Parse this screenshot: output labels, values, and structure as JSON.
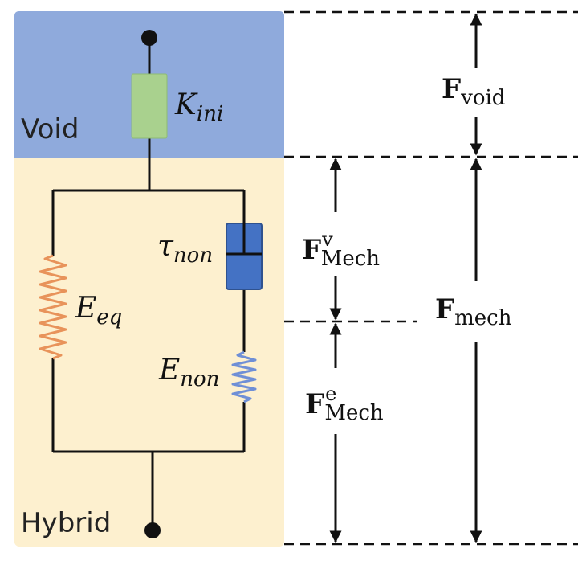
{
  "regions": {
    "void_label": "Void",
    "hybrid_label": "Hybrid"
  },
  "elements": {
    "spring_init": {
      "base": "K",
      "sub": "ini"
    },
    "spring_eq": {
      "base": "E",
      "sub": "eq"
    },
    "dashpot": {
      "base": "τ",
      "sub": "non"
    },
    "spring_non": {
      "base": "E",
      "sub": "non"
    }
  },
  "forces": {
    "void": {
      "base": "F",
      "sub": "void"
    },
    "mech_v": {
      "base": "F",
      "sup": "v",
      "sub": "Mech"
    },
    "mech": {
      "base": "F",
      "sub": "mech"
    },
    "mech_e": {
      "base": "F",
      "sup": "e",
      "sub": "Mech"
    }
  },
  "colors": {
    "void_region": "#8faadc",
    "hybrid_region": "#fdf0cf",
    "spring_init_fill": "#a9d18e",
    "spring_eq": "#e8935a",
    "spring_non": "#6f8fd6",
    "dashpot_fill": "#4472c4"
  }
}
